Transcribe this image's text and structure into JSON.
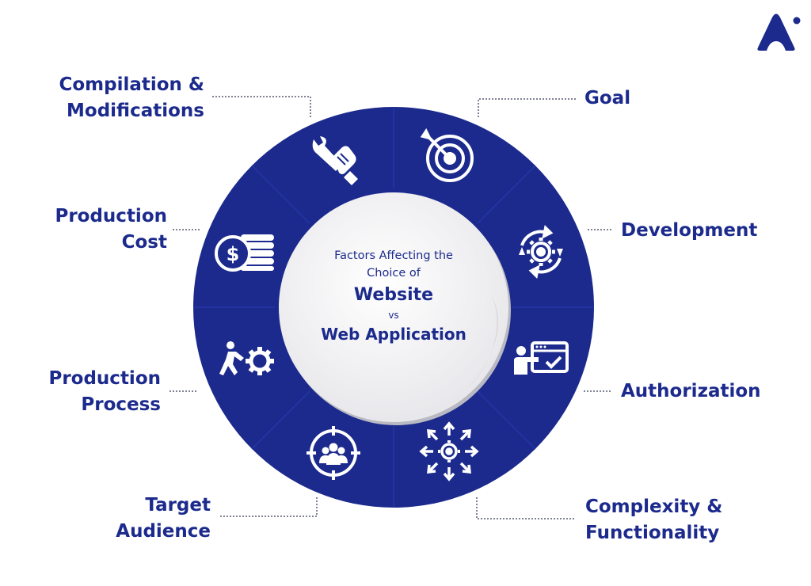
{
  "diagram": {
    "center": {
      "line1": "Factors Affecting the",
      "line2": "Choice of",
      "title": "Website",
      "vs": "vs",
      "subtitle": "Web Application"
    },
    "factors": [
      {
        "id": "goal",
        "line1": "Goal",
        "line2": "",
        "icon": "target-icon"
      },
      {
        "id": "development",
        "line1": "Development",
        "line2": "",
        "icon": "gear-cycle-icon"
      },
      {
        "id": "authorization",
        "line1": "Authorization",
        "line2": "",
        "icon": "presenter-check-icon"
      },
      {
        "id": "complexity",
        "line1": "Complexity &",
        "line2": "Functionality",
        "icon": "gear-arrows-icon"
      },
      {
        "id": "target-audience",
        "line1": "Target",
        "line2": "Audience",
        "icon": "audience-target-icon"
      },
      {
        "id": "production-process",
        "line1": "Production",
        "line2": "Process",
        "icon": "person-pushing-gear-icon"
      },
      {
        "id": "production-cost",
        "line1": "Production",
        "line2": "Cost",
        "icon": "coins-icon"
      },
      {
        "id": "compilation",
        "line1": "Compilation &",
        "line2": "Modifications",
        "icon": "wrench-hand-icon"
      }
    ]
  },
  "logo": {
    "icon": "brand-logo-icon"
  },
  "colors": {
    "ring": "#1b2a8c",
    "text": "#1b2a8c",
    "center": "#f2f2f4",
    "white": "#ffffff"
  }
}
